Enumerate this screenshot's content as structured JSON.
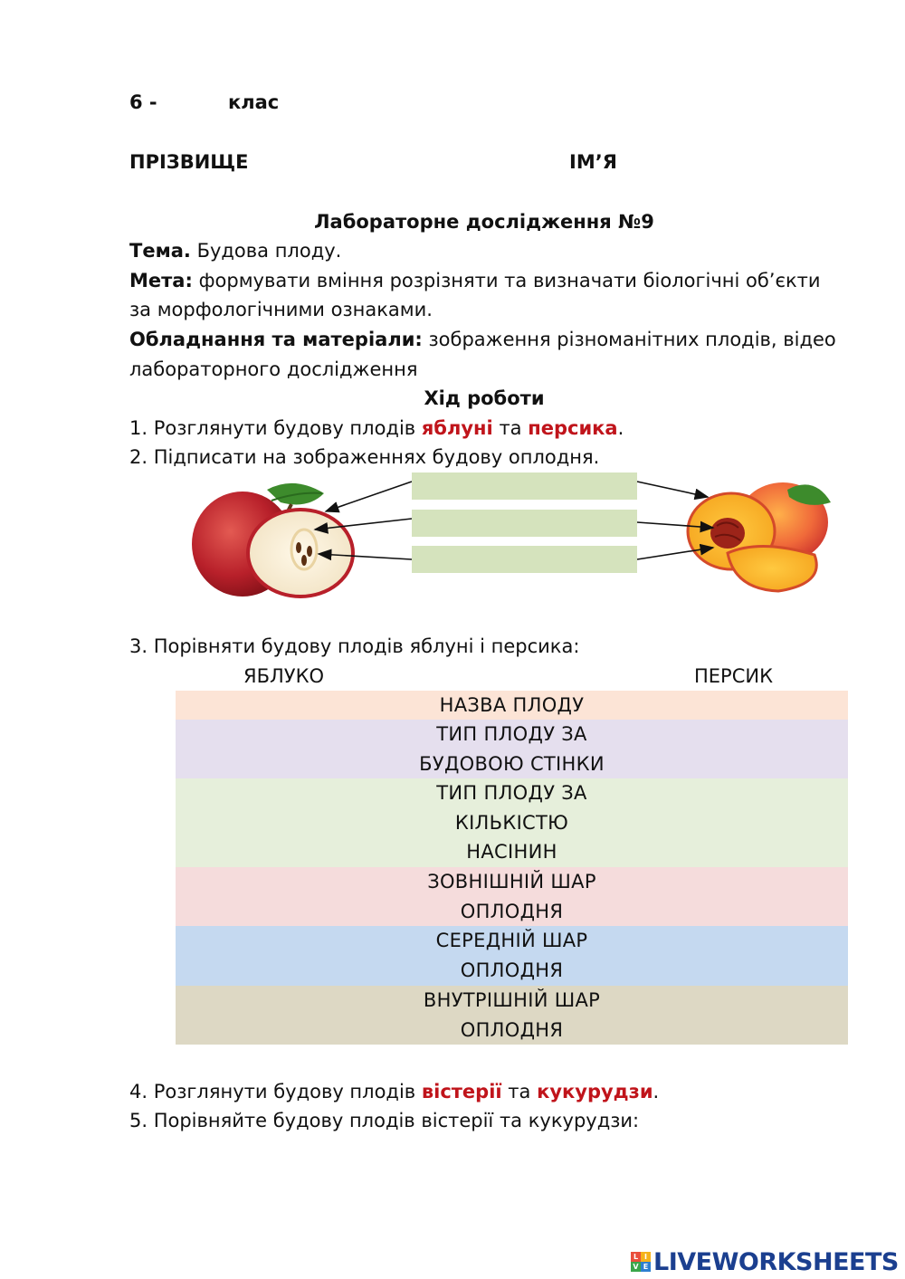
{
  "header": {
    "grade_number": "6 -",
    "grade_label": "клас",
    "surname_label": "ПРІЗВИЩЕ",
    "name_label": "ІМ’Я"
  },
  "title": "Лабораторне  дослідження №9",
  "topic": {
    "label": "Тема.",
    "text": " Будова плоду."
  },
  "goal": {
    "label": "Мета:",
    "line1": " формувати вміння розрізняти та визначати біологічні об’єкти",
    "line2": "за морфологічними ознаками."
  },
  "equipment": {
    "label": "Обладнання та матеріали:",
    "line1": " зображення різноманітних плодів, відео",
    "line2": "лабораторного дослідження"
  },
  "procedure_title": "Хід роботи",
  "steps": {
    "s1": {
      "pre": "1. Розглянути будову плодів ",
      "h1": "яблуні",
      "mid": " та ",
      "h2": "персика",
      "post": "."
    },
    "s2": {
      "text": "2. Підписати на зображеннях будову оплодня."
    },
    "s3": {
      "text": "3. Порівняти будову плодів яблуні і персика:"
    },
    "s4": {
      "pre": "4. Розглянути будову плодів ",
      "h1": "вістерії",
      "mid": " та ",
      "h2": "кукурудзи",
      "post": "."
    },
    "s5": {
      "text": "5. Порівняйте будову плодів вістерії та кукурудзи:"
    }
  },
  "answer_fields": [
    {
      "value": ""
    },
    {
      "value": ""
    },
    {
      "value": ""
    }
  ],
  "table": {
    "col_left": "ЯБЛУКО",
    "col_right": "ПЕРСИК",
    "rows": [
      {
        "label": "НАЗВА ПЛОДУ",
        "color": "#fce4d6"
      },
      {
        "label": "ТИП ПЛОДУ ЗА\nБУДОВОЮ СТІНКИ",
        "color": "#e5dfee"
      },
      {
        "label": "ТИП ПЛОДУ ЗА\nКІЛЬКІСТЮ\nНАСІНИН",
        "color": "#e6efdb"
      },
      {
        "label": "ЗОВНІШНІЙ ШАР\nОПЛОДНЯ",
        "color": "#f5dcdc"
      },
      {
        "label": "СЕРЕДНІЙ ШАР\nОПЛОДНЯ",
        "color": "#c5d9f0"
      },
      {
        "label": "ВНУТРІШНІЙ ШАР\nОПЛОДНЯ",
        "color": "#ddd8c4"
      }
    ]
  },
  "watermark": {
    "mark_letters": [
      "L",
      "I",
      "V",
      "E"
    ],
    "text": "LIVEWORKSHEETS"
  },
  "colors": {
    "highlight": "#c0141b",
    "blank_field": "#d5e3bd",
    "logo": "#1b3f8f"
  }
}
